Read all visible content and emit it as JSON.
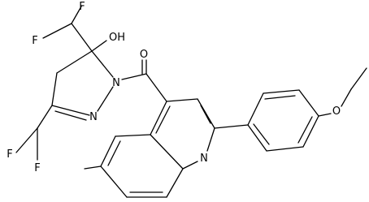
{
  "molecule": {
    "atom_labels": {
      "F_top_left": "F",
      "F_top_right": "F",
      "OH": "OH",
      "N1": "N",
      "N2": "N",
      "O_carbonyl": "O",
      "F_bottom_left": "F",
      "F_bottom": "F",
      "N_quinoline": "N",
      "O_ether": "O"
    }
  }
}
